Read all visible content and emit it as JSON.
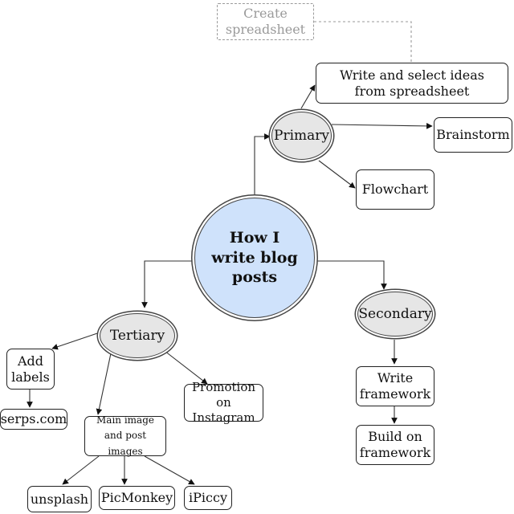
{
  "center": {
    "text": "How I write blog posts"
  },
  "primary": {
    "label": "Primary",
    "children": {
      "write_select": "Write and select ideas from spreadsheet",
      "brainstorm": "Brainstorm",
      "flowchart": "Flowchart"
    },
    "create_spreadsheet": "Create spreadsheet"
  },
  "secondary": {
    "label": "Secondary",
    "children": {
      "write_framework": "Write framework",
      "build_framework": "Build on framework"
    }
  },
  "tertiary": {
    "label": "Tertiary",
    "children": {
      "add_labels": "Add labels",
      "serps": "serps.com",
      "main_image": "Main image and post images",
      "promotion": "Promotion on Instagram",
      "unsplash": "unsplash",
      "picmonkey": "PicMonkey",
      "ipiccy": "iPiccy"
    }
  },
  "colors": {
    "center_fill": "#cfe2fb",
    "branch_fill": "#e6e6e6",
    "dashed_gray": "#9a9a9a"
  }
}
